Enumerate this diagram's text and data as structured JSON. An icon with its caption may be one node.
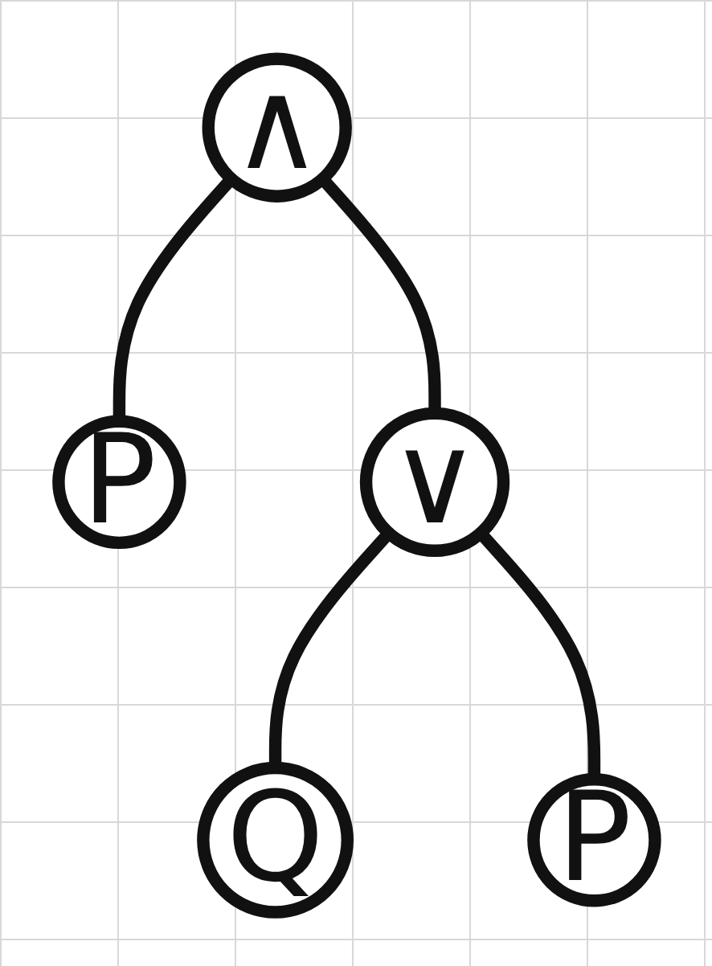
{
  "diagram": {
    "nodes": [
      {
        "text": [
          "∧"
        ]
      },
      {
        "text": [
          "P"
        ]
      },
      {
        "text": [
          "∨"
        ]
      },
      {
        "text": [
          "Q"
        ]
      },
      {
        "text": [
          "P"
        ]
      }
    ],
    "edges": [
      {
        "from": 0,
        "to": 1,
        "arrow": "none"
      },
      {
        "from": 0,
        "to": 2,
        "arrow": "none"
      },
      {
        "from": 2,
        "to": 3,
        "arrow": "none"
      },
      {
        "from": 2,
        "to": 4,
        "arrow": "none"
      }
    ]
  }
}
